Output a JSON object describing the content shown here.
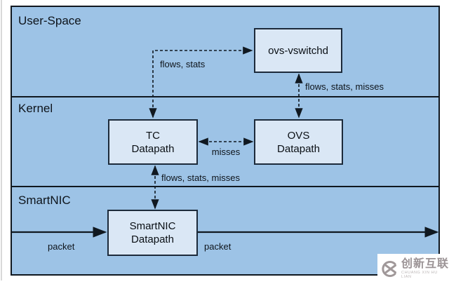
{
  "diagram": {
    "layers": [
      {
        "id": "user-space",
        "label": "User-Space"
      },
      {
        "id": "kernel",
        "label": "Kernel"
      },
      {
        "id": "smartnic",
        "label": "SmartNIC"
      }
    ],
    "nodes": {
      "vswitchd": {
        "label": "ovs-vswitchd"
      },
      "tc": {
        "label": "TC\nDatapath"
      },
      "ovs": {
        "label": "OVS\nDatapath"
      },
      "smartnic": {
        "label": "SmartNIC\nDatapath"
      }
    },
    "edge_labels": {
      "flows_stats": "flows, stats",
      "flows_stats_misses_top": "flows, stats, misses",
      "misses": "misses",
      "flows_stats_misses_bottom": "flows, stats, misses",
      "packet_in": "packet",
      "packet_out": "packet"
    }
  },
  "colors": {
    "band_blue": "#9dc3e6",
    "node_fill": "#dae7f5",
    "node_border": "#1c2a3a",
    "line_color": "#101820",
    "watermark_gray": "#9b9395"
  },
  "watermark": {
    "brand": "创新互联",
    "subtext": "CHUANG XIN HU LIAN"
  }
}
